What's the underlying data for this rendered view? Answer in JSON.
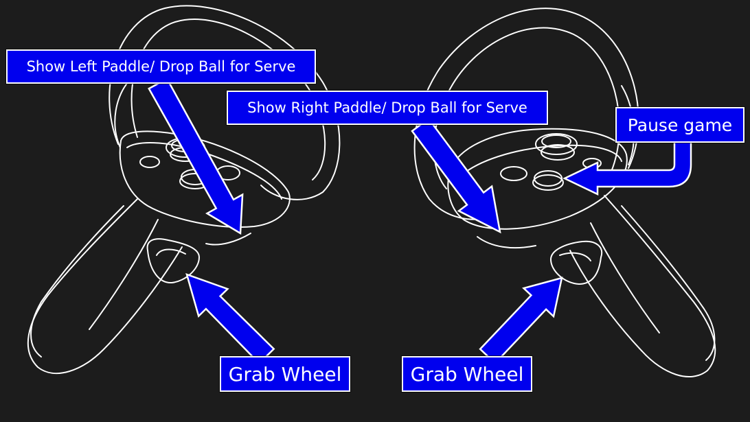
{
  "colors": {
    "background": "#1c1c1c",
    "label_fill": "#0000ee",
    "label_border": "#ffffff",
    "controller_outline": "#ffffff"
  },
  "labels": {
    "left_paddle": "Show Left Paddle/ Drop Ball for Serve",
    "right_paddle": "Show Right Paddle/ Drop Ball for Serve",
    "pause": "Pause game",
    "grab_left": "Grab Wheel",
    "grab_right": "Grab Wheel"
  }
}
